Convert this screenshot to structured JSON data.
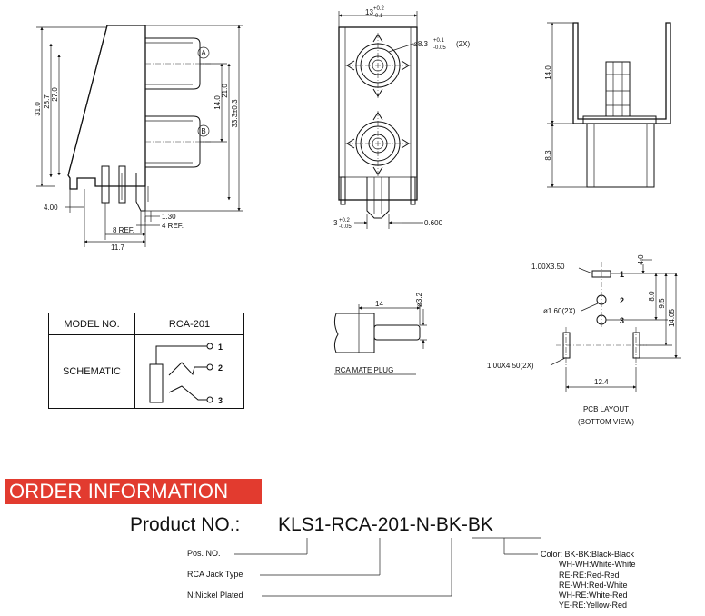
{
  "side_view": {
    "dims": {
      "h31": "31.0",
      "h287": "28.7",
      "h27": "27.0",
      "h14": "14.0",
      "h21": "21.0",
      "h333": "33.3±0.3",
      "w4": "4.00",
      "w130": "1.30",
      "w4ref": "4 REF.",
      "w8ref": "8 REF.",
      "w117": "11.7"
    },
    "marker_a": "A",
    "marker_b": "B"
  },
  "front_view": {
    "width_main": "13",
    "width_tol_top": "+0.2",
    "width_tol_bot": "-0.1",
    "hole_dia": "ø8.3",
    "hole_tol_top": "+0.1",
    "hole_tol_bot": "-0.05",
    "hole_count": "(2X)",
    "pin_main": "3",
    "pin_tol_top": "+0.2",
    "pin_tol_bot": "-0.05",
    "pin_width": "0.600"
  },
  "right_view": {
    "h14": "14.0",
    "h83": "8.3"
  },
  "mate_plug": {
    "len": "14",
    "dia": "ø3.2",
    "caption": "RCA MATE PLUG"
  },
  "pcb": {
    "pad1": "1.00X3.50",
    "d40": "4.0",
    "d80": "8.0",
    "d95": "9.5",
    "d1405": "14.05",
    "holes": "ø1.60(2X)",
    "pads2": "1.00X4.50(2X)",
    "w124": "12.4",
    "pin1": "1",
    "pin2": "2",
    "pin3": "3",
    "caption1": "PCB LAYOUT",
    "caption2": "(BOTTOM VIEW)"
  },
  "spec_table": {
    "h1": "MODEL NO.",
    "h2": "RCA-201",
    "row_label": "SCHEMATIC",
    "pin1": "1",
    "pin2": "2",
    "pin3": "3"
  },
  "order": {
    "banner": "ORDER INFORMATION",
    "product_label": "Product NO.:",
    "code": "KLS1-RCA-201-N-BK-BK",
    "pos": "Pos. NO.",
    "type": "RCA  Jack Type",
    "plating": "N:Nickel Plated",
    "colors": [
      "Color: BK-BK:Black-Black",
      "        WH-WH:White-White",
      "        RE-RE:Red-Red",
      "        RE-WH:Red-White",
      "        WH-RE:White-Red",
      "        YE-RE:Yellow-Red"
    ]
  },
  "colors": {
    "banner_bg": "#e23b2f",
    "banner_fg": "#ffffff",
    "ink": "#111111"
  }
}
